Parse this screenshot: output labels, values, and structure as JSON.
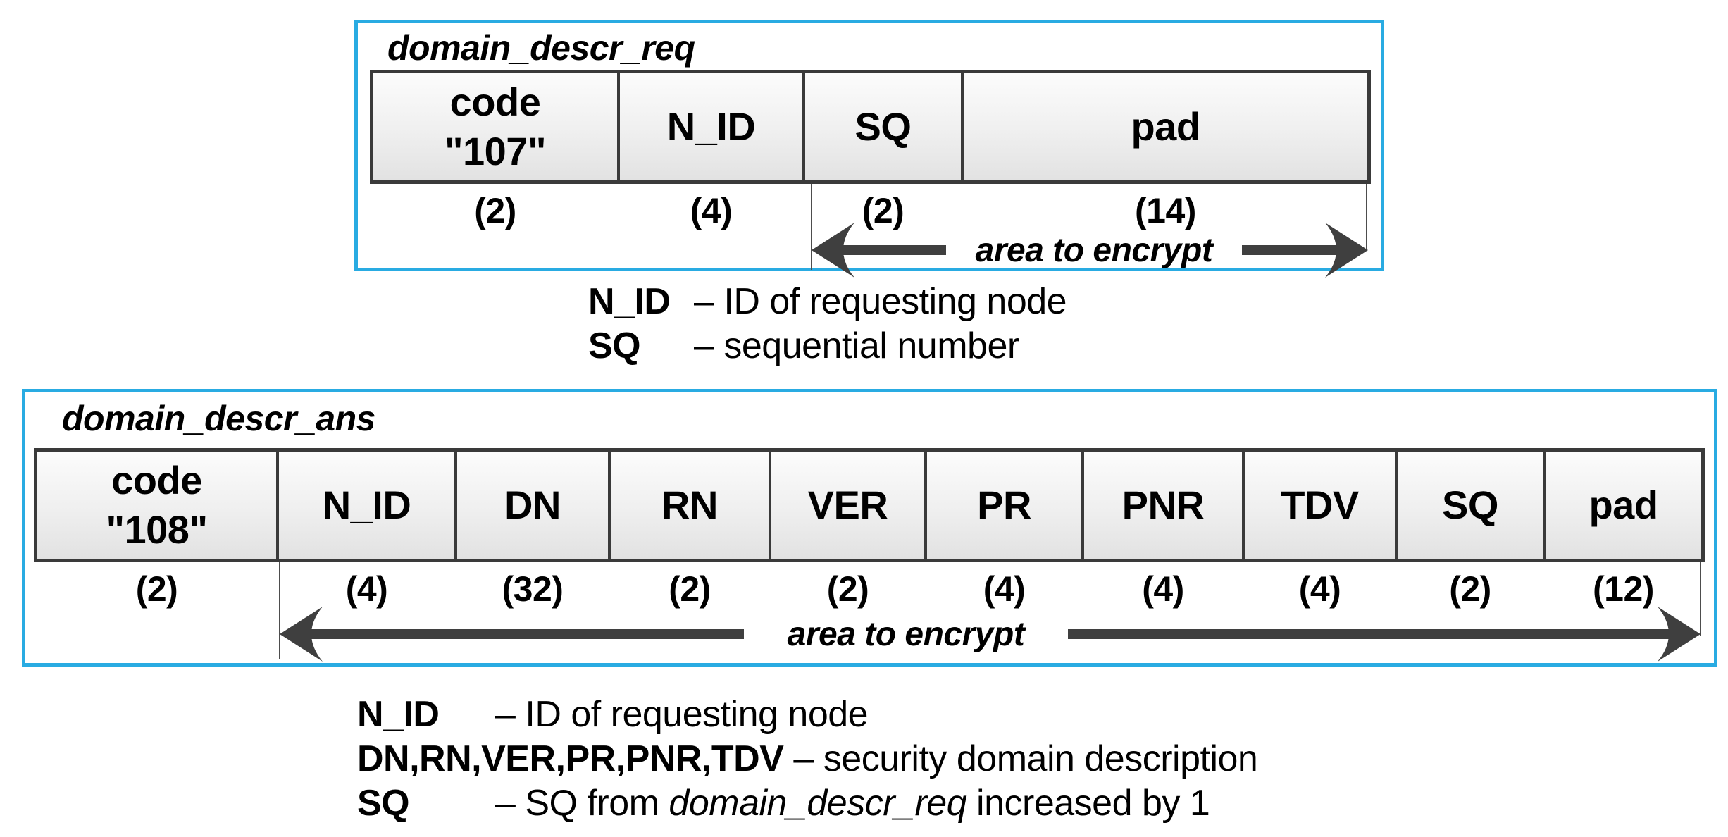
{
  "colors": {
    "accent_blue": "#29abe2",
    "table_border": "#3a3a3a",
    "arrow_gray": "#3f3f3f"
  },
  "diagram_req": {
    "title": "domain_descr_req",
    "encrypt_label": "area to encrypt",
    "fields": [
      {
        "label": "code",
        "label2": "\"107\"",
        "size": "(2)"
      },
      {
        "label": "N_ID",
        "size": "(4)"
      },
      {
        "label": "SQ",
        "size": "(2)"
      },
      {
        "label": "pad",
        "size": "(14)"
      }
    ]
  },
  "legend_req": {
    "rows": [
      {
        "term": "N_ID",
        "desc": "– ID of requesting node"
      },
      {
        "term": "SQ",
        "desc": "– sequential number"
      }
    ]
  },
  "diagram_ans": {
    "title": "domain_descr_ans",
    "encrypt_label": "area to encrypt",
    "fields": [
      {
        "label": "code",
        "label2": "\"108\"",
        "size": "(2)"
      },
      {
        "label": "N_ID",
        "size": "(4)"
      },
      {
        "label": "DN",
        "size": "(32)"
      },
      {
        "label": "RN",
        "size": "(2)"
      },
      {
        "label": "VER",
        "size": "(2)"
      },
      {
        "label": "PR",
        "size": "(4)"
      },
      {
        "label": "PNR",
        "size": "(4)"
      },
      {
        "label": "TDV",
        "size": "(4)"
      },
      {
        "label": "SQ",
        "size": "(2)"
      },
      {
        "label": "pad",
        "size": "(12)"
      }
    ]
  },
  "legend_ans": {
    "rows": [
      {
        "term": "N_ID",
        "desc": "– ID of requesting node"
      },
      {
        "term": "DN,RN,VER,PR,PNR,TDV",
        "desc": "– security domain description"
      },
      {
        "term": "SQ",
        "desc_prefix": "– SQ from ",
        "desc_italic": "domain_descr_req",
        "desc_suffix": " increased by 1"
      }
    ]
  }
}
